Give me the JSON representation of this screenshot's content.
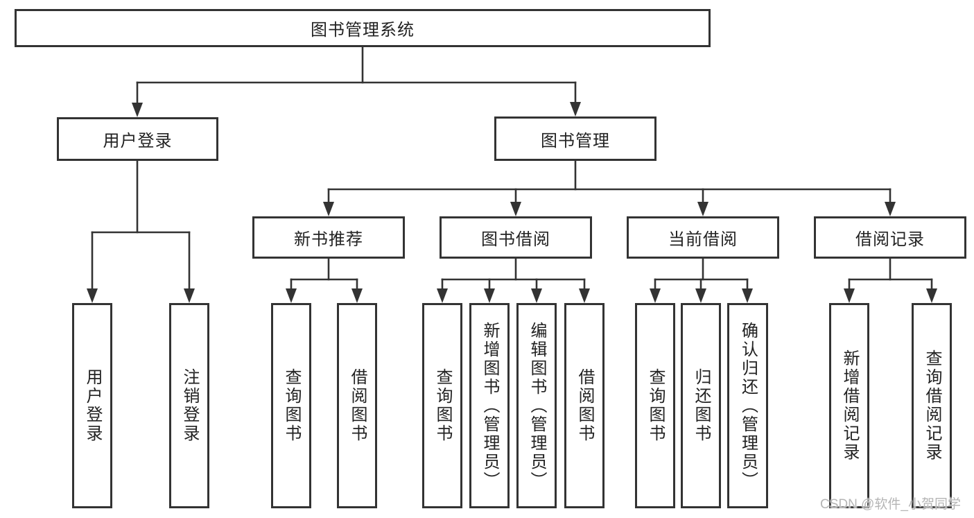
{
  "diagram": {
    "colors": {
      "line": "#333333",
      "text": "#222222",
      "background": "#ffffff",
      "watermark": "#b5b5b5"
    },
    "root": {
      "label": "图书管理系统"
    },
    "level2": [
      {
        "label": "用户登录"
      },
      {
        "label": "图书管理"
      }
    ],
    "level3": [
      {
        "label": "新书推荐"
      },
      {
        "label": "图书借阅"
      },
      {
        "label": "当前借阅"
      },
      {
        "label": "借阅记录"
      }
    ],
    "leaves": {
      "user_login": [
        "用户登录",
        "注销登录"
      ],
      "new_book_recommendation": [
        "查询图书",
        "借阅图书"
      ],
      "book_borrowing": [
        "查询图书",
        "新增图书（管理员）",
        "编辑图书（管理员）",
        "借阅图书"
      ],
      "current_borrowing": [
        "查询图书",
        "归还图书",
        "确认归还（管理员）"
      ],
      "borrowing_records": [
        "新增借阅记录",
        "查询借阅记录"
      ]
    }
  },
  "watermark": {
    "text": "CSDN @软件_小贺同学"
  }
}
